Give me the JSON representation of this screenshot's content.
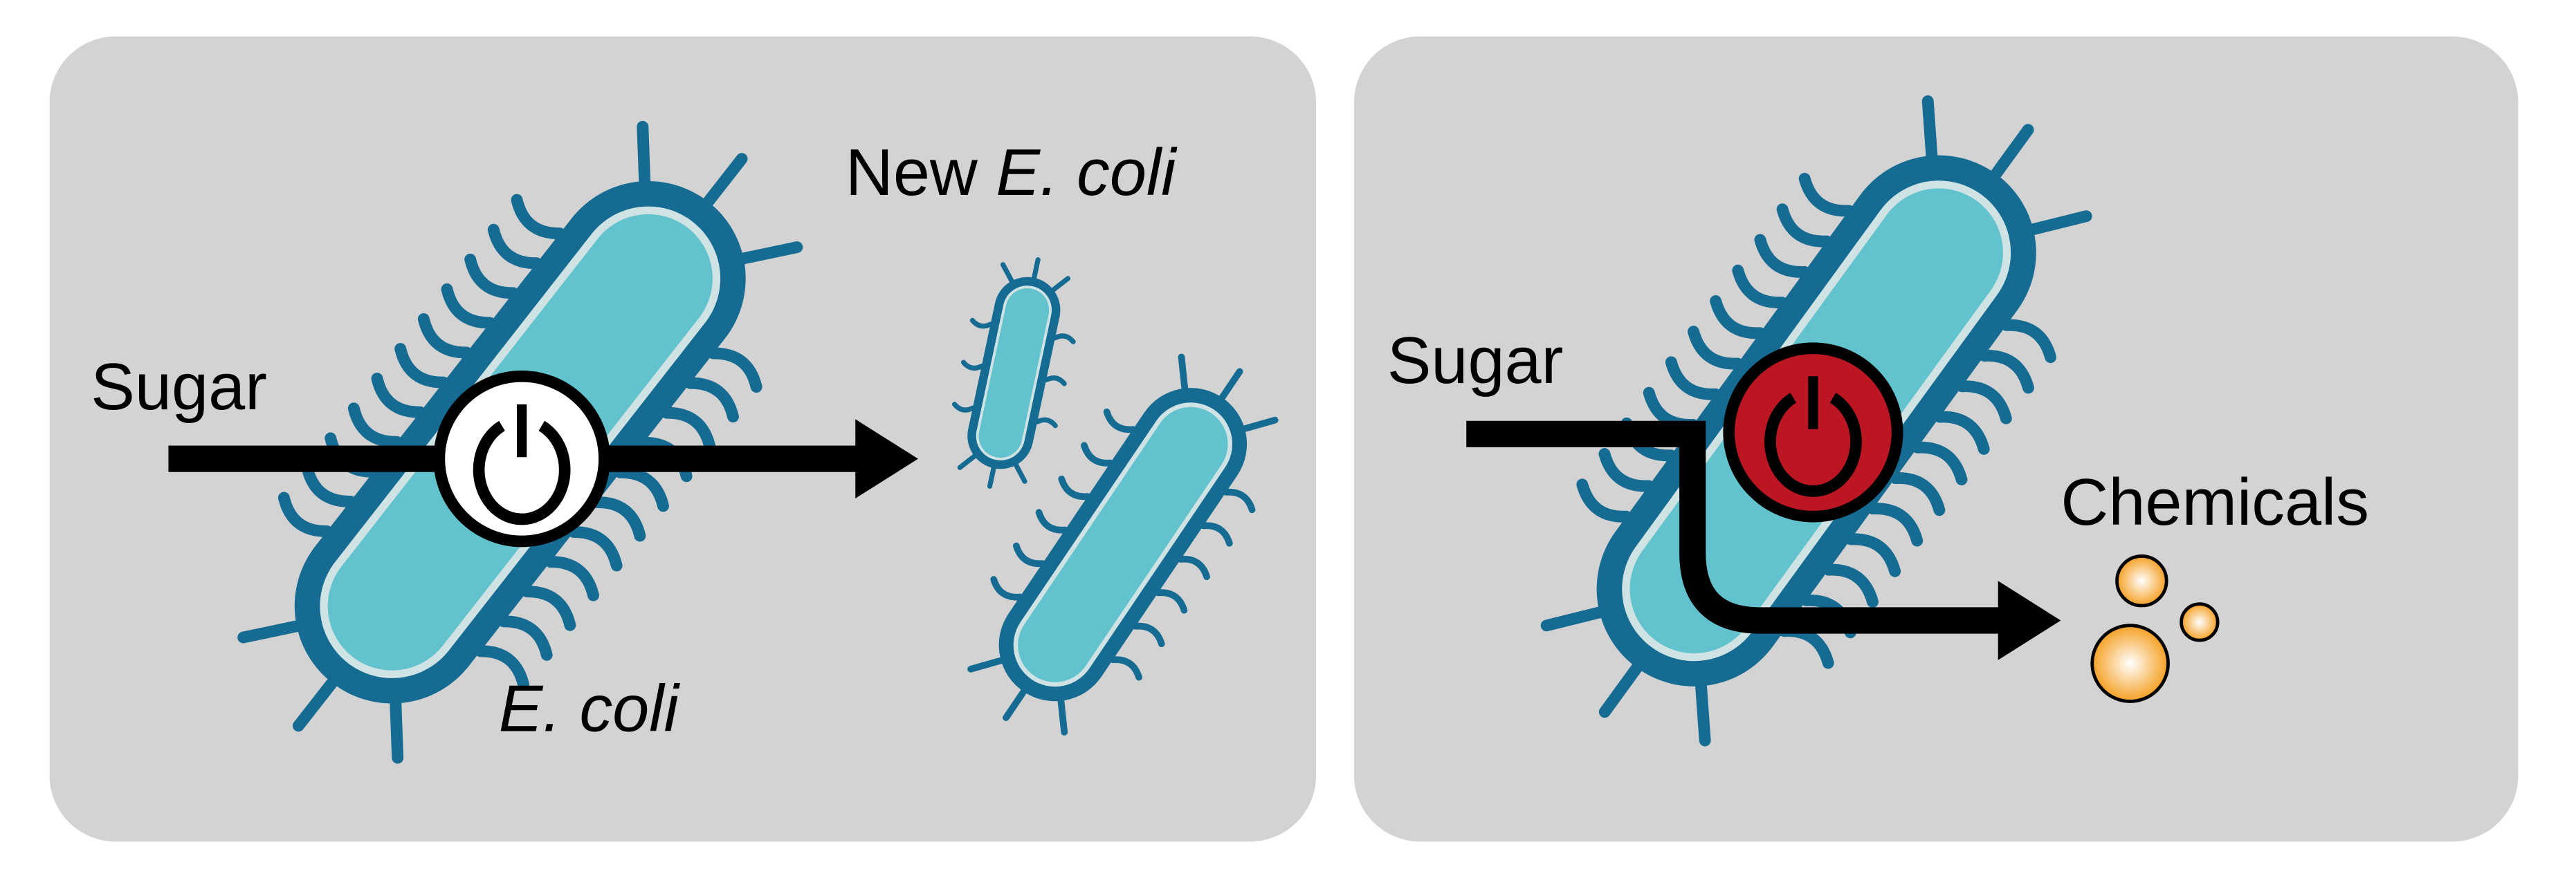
{
  "left_panel": {
    "input_label": "Sugar",
    "output_label_prefix": "New ",
    "output_label_species": "E. coli",
    "cell_label": "E. coli",
    "switch_state": "on"
  },
  "right_panel": {
    "input_label": "Sugar",
    "output_label": "Chemicals",
    "switch_state": "off"
  },
  "colors": {
    "panel_bg": "#d3d3d3",
    "cell_wall": "#156b92",
    "cell_body": "#62c2cd",
    "cell_rim": "#cfe3e4",
    "switch_on": "#ffffff",
    "switch_off": "#bb1622",
    "chemical": "#f5a023"
  }
}
